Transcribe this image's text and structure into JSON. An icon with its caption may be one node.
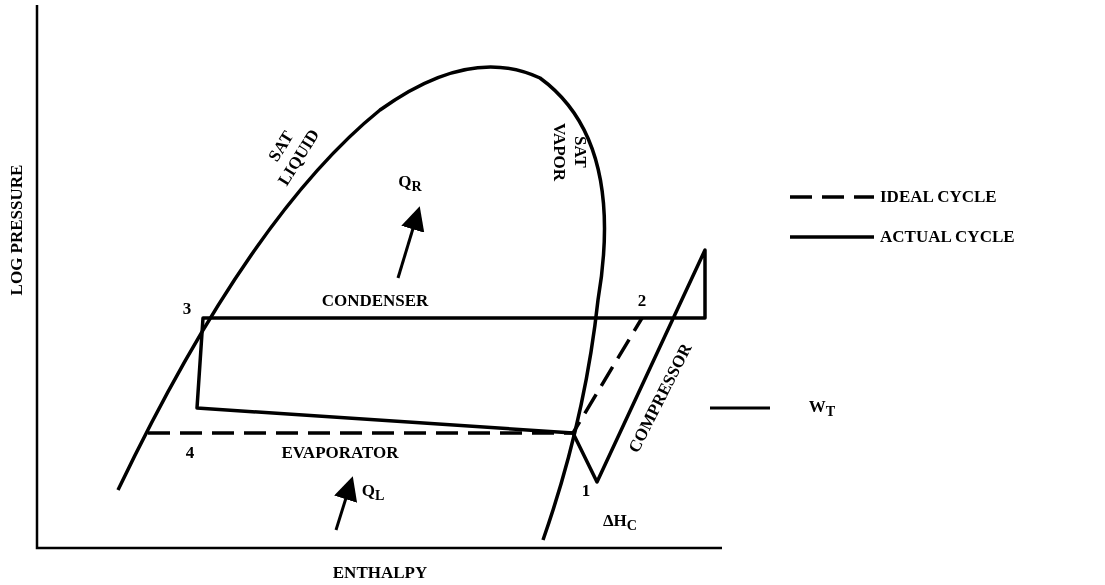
{
  "diagram": {
    "labels": [
      "SAT LIQUID",
      "Q$_{R}$",
      "SAT VAPOR",
      "LOG PRESSURE",
      "3",
      "CONDENSER",
      "2",
      "COMPRESSOR",
      "W$_{T}$",
      "4",
      "EVAPORATOR",
      "Q$_{L}$",
      "1",
      "ΔH$_{C}$",
      "ENTHALPY"
    ],
    "legend": [
      {
        "text": "IDEAL CYCLE"
      },
      {
        "text": "ACTUAL CYCLE"
      }
    ]
  }
}
